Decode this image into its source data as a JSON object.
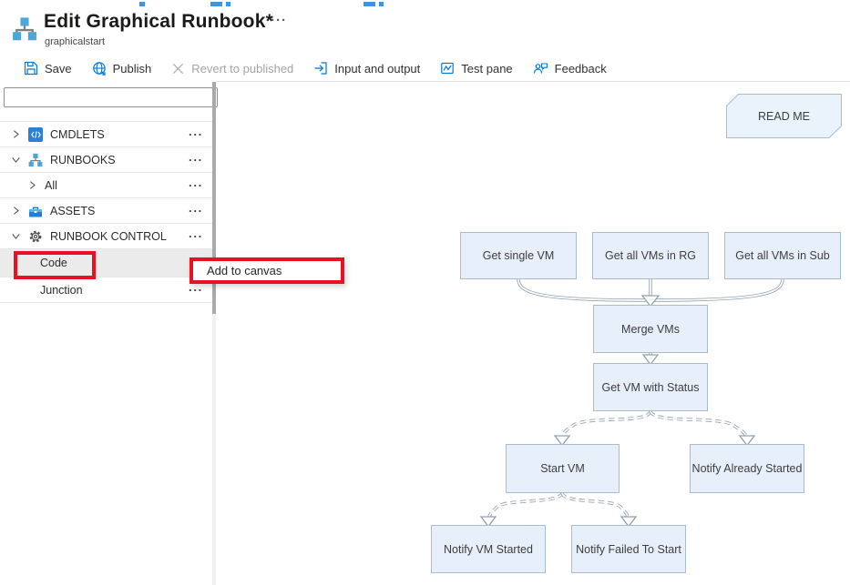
{
  "header": {
    "title": "Edit Graphical Runbook*",
    "subtitle": "graphicalstart",
    "more": "···"
  },
  "toolbar": {
    "save": "Save",
    "publish": "Publish",
    "revert": "Revert to published",
    "input_output": "Input and output",
    "test_pane": "Test pane",
    "feedback": "Feedback"
  },
  "sidebar": {
    "search_value": "",
    "ellipsis": "···",
    "items": [
      {
        "label": "CMDLETS"
      },
      {
        "label": "RUNBOOKS"
      },
      {
        "label": "All"
      },
      {
        "label": "ASSETS"
      },
      {
        "label": "RUNBOOK CONTROL"
      },
      {
        "label": "Code"
      },
      {
        "label": "Junction"
      }
    ]
  },
  "context_menu": {
    "label": "Add to canvas"
  },
  "canvas": {
    "nodes": [
      {
        "label": "READ ME"
      },
      {
        "label": "Get single VM"
      },
      {
        "label": "Get all VMs in RG"
      },
      {
        "label": "Get all VMs in Sub"
      },
      {
        "label": "Merge VMs"
      },
      {
        "label": "Get VM with Status"
      },
      {
        "label": "Start VM"
      },
      {
        "label": "Notify Already Started"
      },
      {
        "label": "Notify VM Started"
      },
      {
        "label": "Notify Failed To Start"
      }
    ]
  },
  "colors": {
    "accent": "#0078d4",
    "node_fill": "#e7f0fa",
    "node_border": "#a9bccf",
    "connector": "#93a0ad",
    "annotation_red": "#e81123",
    "icon_blue": "#4ba6da"
  }
}
